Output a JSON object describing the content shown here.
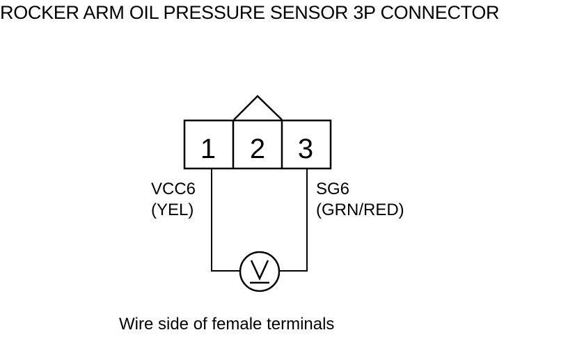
{
  "title": "ROCKER ARM OIL PRESSURE SENSOR 3P CONNECTOR",
  "connector": {
    "terminals": [
      {
        "number": "1"
      },
      {
        "number": "2"
      },
      {
        "number": "3"
      }
    ]
  },
  "wires": {
    "left": {
      "signal": "VCC6",
      "color": "(YEL)"
    },
    "right": {
      "signal": "SG6",
      "color": "(GRN/RED)"
    }
  },
  "meter": {
    "icon": "voltmeter-icon",
    "symbol": "V"
  },
  "caption": "Wire side of female terminals",
  "colors": {
    "line": "#000000",
    "background": "#ffffff"
  }
}
